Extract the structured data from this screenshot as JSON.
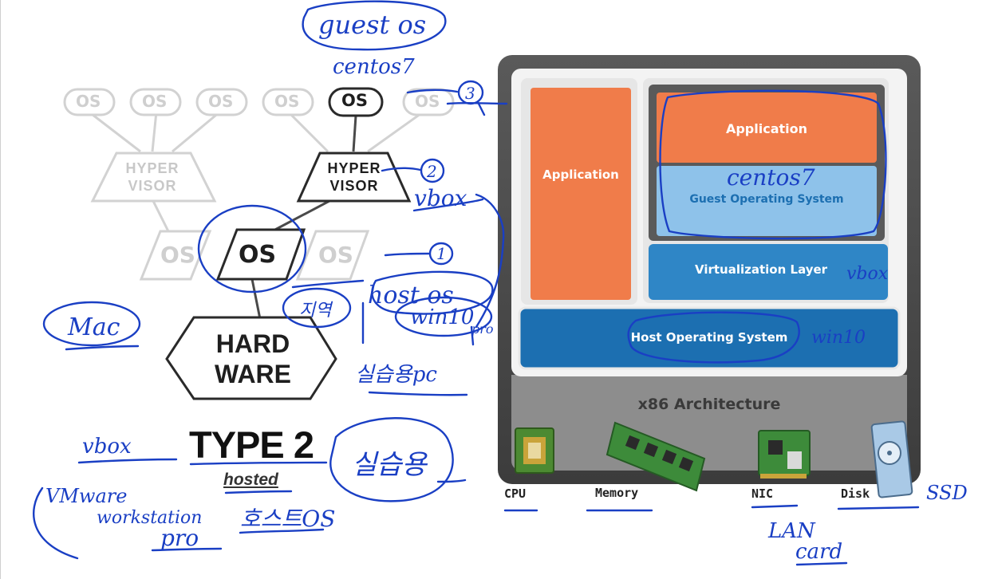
{
  "left_diagram": {
    "os_labels": [
      "OS",
      "OS",
      "OS",
      "OS",
      "OS",
      "OS"
    ],
    "hypervisor_label": "HYPER\nVISOR",
    "ghost_hypervisor_label": "HYPER\nVISOR",
    "host_os_label": "OS",
    "ghost_os_labels": [
      "OS",
      "OS"
    ],
    "hardware_label": "HARD\nWARE",
    "type_label": "TYPE 2",
    "subtype_label": "hosted"
  },
  "right_diagram": {
    "app_left": "Application",
    "app_right": "Application",
    "guest_os": "Guest Operating System",
    "virtualization_layer": "Virtualization Layer",
    "host_os": "Host Operating System",
    "architecture": "x86 Architecture",
    "hardware": [
      "CPU",
      "Memory",
      "NIC",
      "Disk"
    ]
  },
  "annotations": {
    "guest_os": "guest os",
    "centos7_top": "centos7",
    "num3": "3",
    "num2": "2",
    "num1": "1",
    "vbox_mid": "vbox",
    "host_os": "host os",
    "win10": "win10",
    "pro": "pro",
    "korean_local": "지역",
    "korean_real_pc": "실습용pc",
    "mac": "Mac",
    "vbox_bottom": "vbox",
    "korean_practice": "실습용",
    "vmware": "VMware",
    "workstation": "workstation",
    "korean_hosted_os": "호스트OS",
    "pro_bottom": "pro",
    "centos7_right": "centos7",
    "vbox_right": "vbox",
    "win10_right": "win10",
    "ssd": "SSD",
    "lan": "LAN",
    "card": "card"
  },
  "colors": {
    "orange": "#f07c4a",
    "blue_light": "#8ec2ea",
    "blue_mid": "#2f86c6",
    "blue_dark": "#1c6fb1",
    "ink": "#1a3fc4",
    "frame": "#4a4a4a"
  }
}
